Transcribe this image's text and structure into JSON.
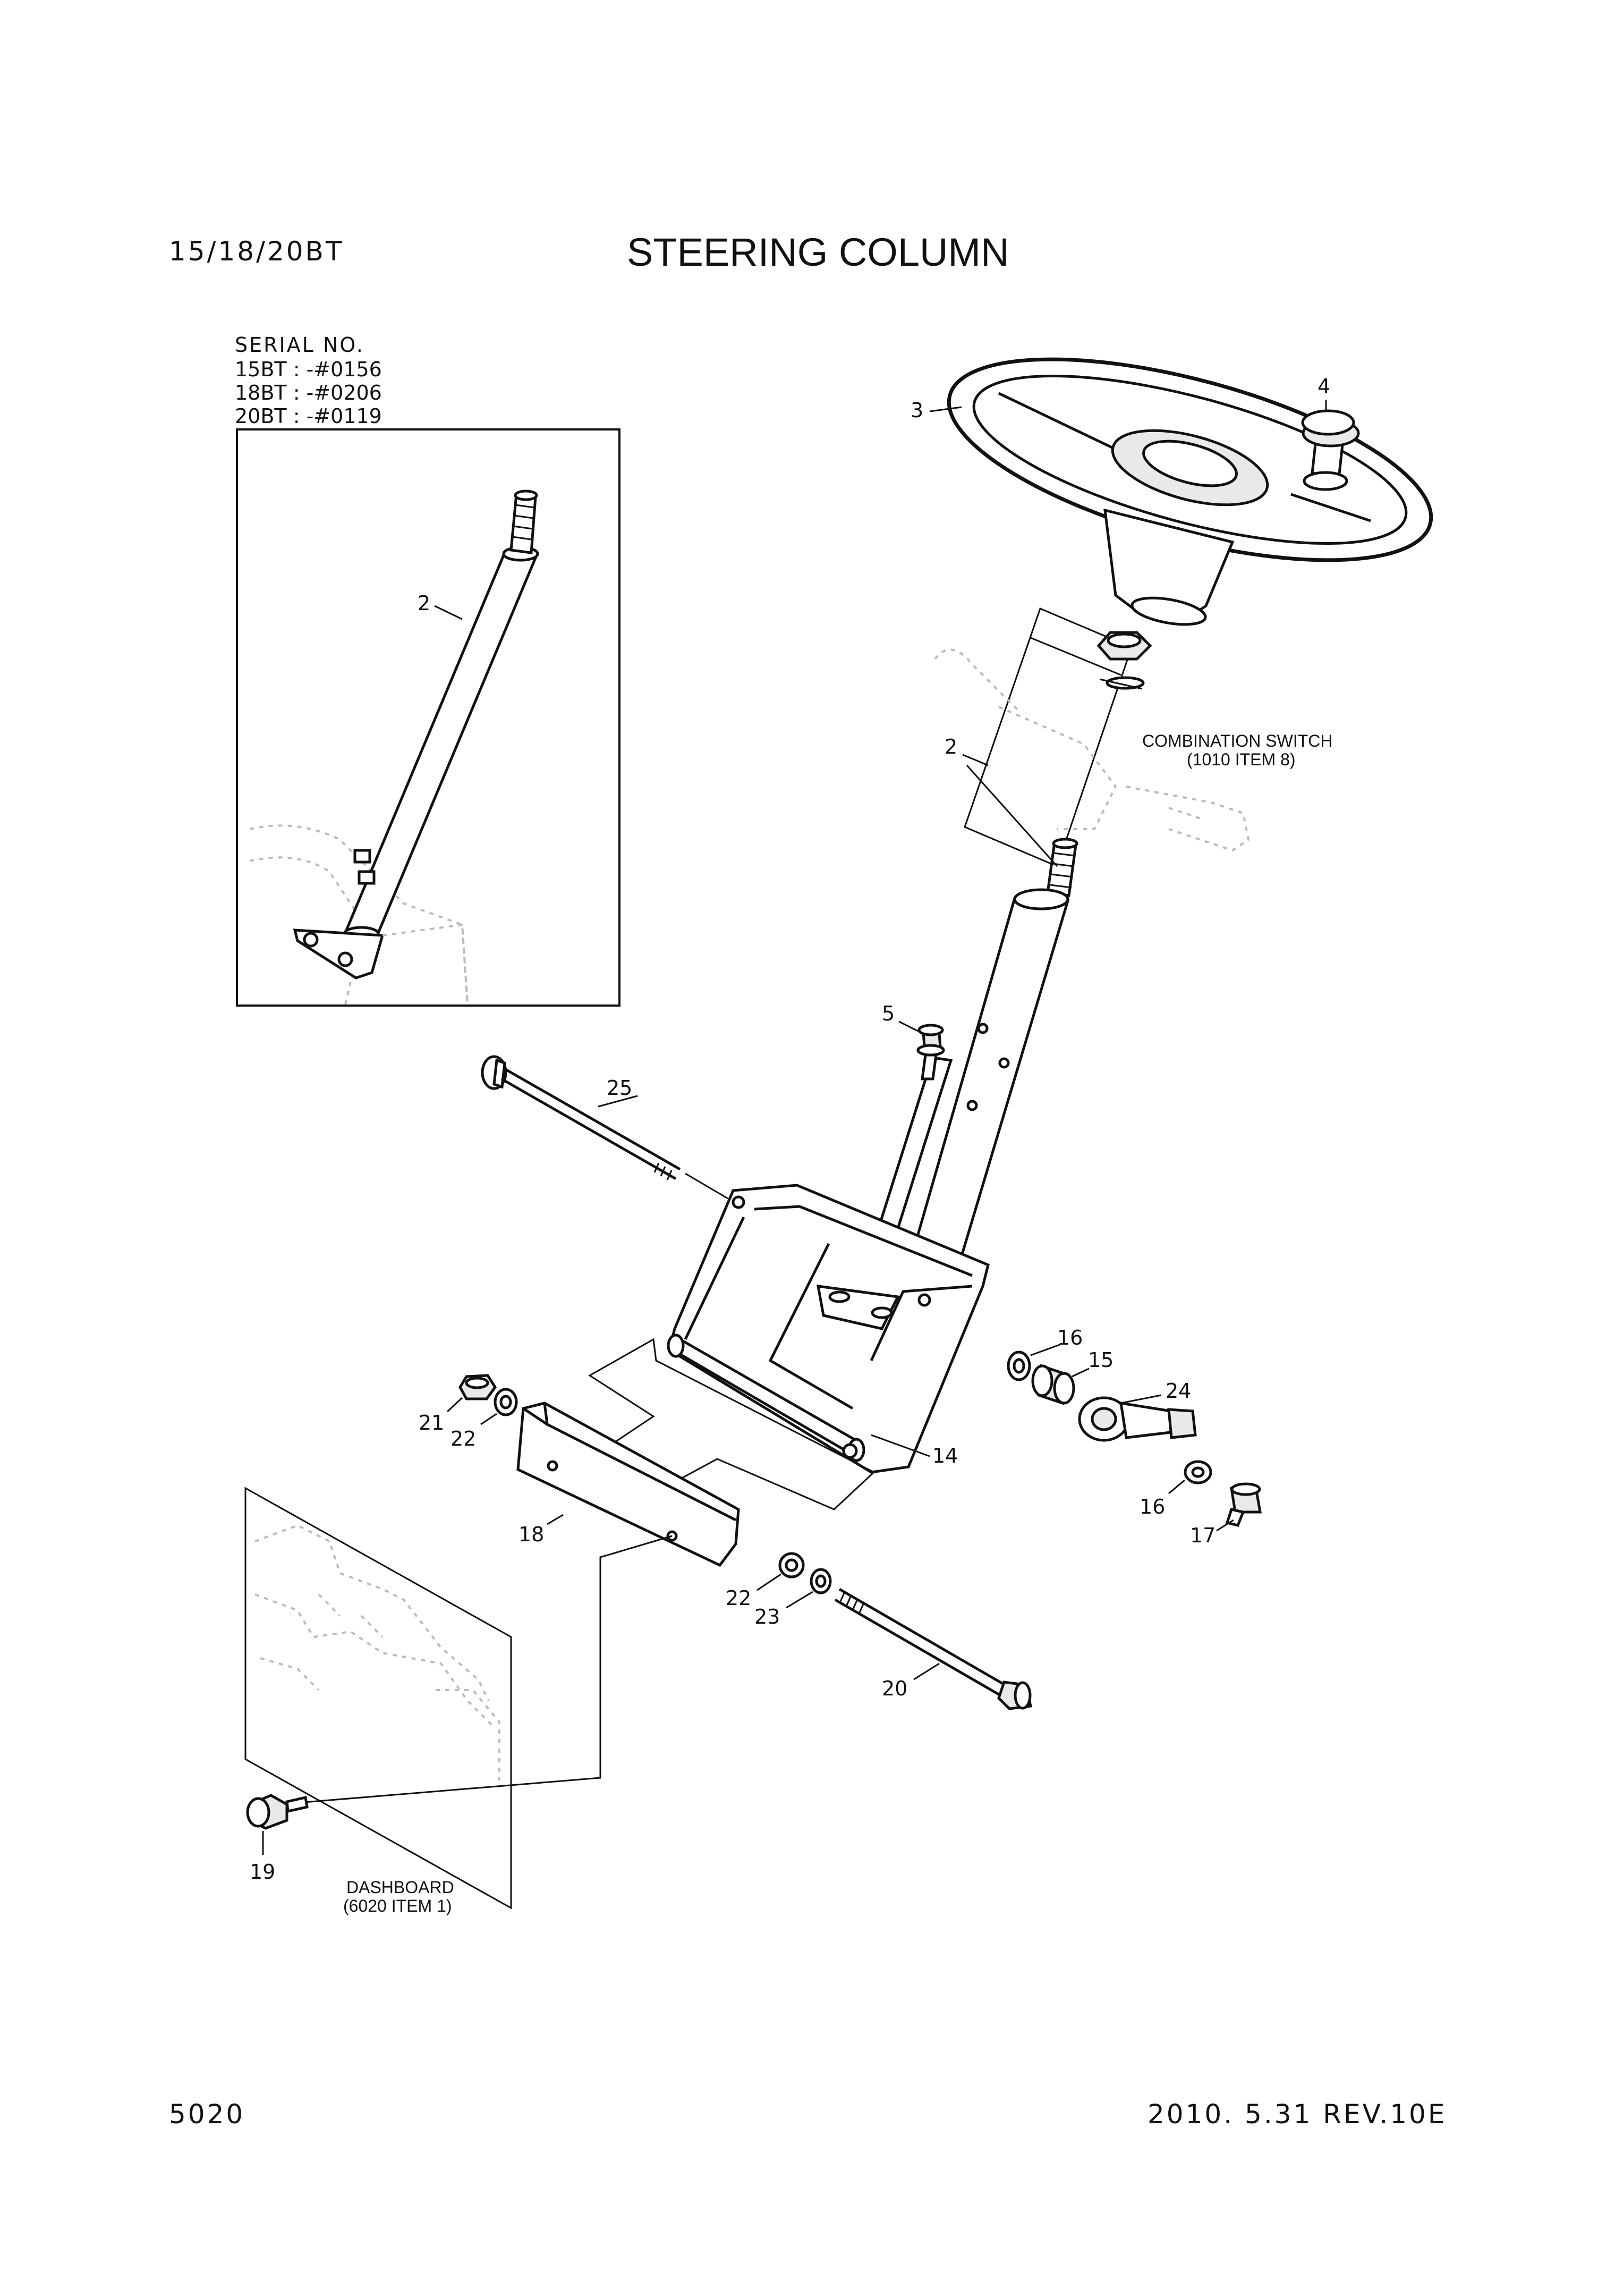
{
  "header": {
    "model": "15/18/20BT",
    "title": "STEERING COLUMN"
  },
  "serial_block": {
    "heading": "SERIAL NO.",
    "lines": [
      "15BT : -#0156",
      "18BT : -#0206",
      "20BT : -#0119"
    ]
  },
  "callouts": {
    "c2_inset": "2",
    "c2_main": "2",
    "c3": "3",
    "c4": "4",
    "c5": "5",
    "c14": "14",
    "c15": "15",
    "c16a": "16",
    "c16b": "16",
    "c17": "17",
    "c18": "18",
    "c19": "19",
    "c20": "20",
    "c21": "21",
    "c22a": "22",
    "c22b": "22",
    "c23": "23",
    "c24": "24",
    "c25": "25"
  },
  "notes": {
    "combination_switch": [
      "COMBINATION SWITCH",
      "(1010 ITEM 8)"
    ],
    "dashboard": [
      "DASHBOARD",
      "(6020 ITEM 1)"
    ]
  },
  "footer": {
    "page": "5020",
    "revision": "2010. 5.31  REV.10E"
  }
}
